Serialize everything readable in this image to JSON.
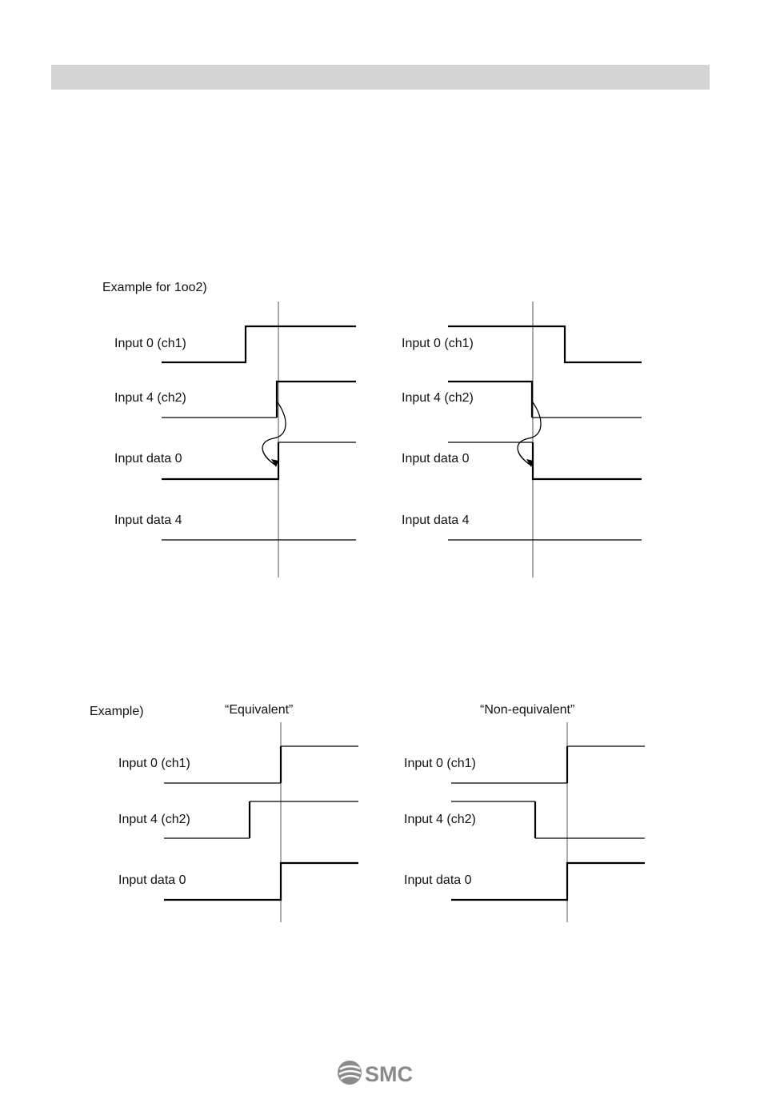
{
  "header": {
    "bar_color": "#d4d4d4"
  },
  "diagram1": {
    "title": "Example for 1oo2)",
    "left": {
      "labels": [
        "Input 0 (ch1)",
        "Input 4 (ch2)",
        "Input data 0",
        "Input data 4"
      ]
    },
    "right": {
      "labels": [
        "Input 0 (ch1)",
        "Input 4 (ch2)",
        "Input data 0",
        "Input data 4"
      ]
    }
  },
  "diagram2": {
    "title": "Example)",
    "left": {
      "caption": "“Equivalent”",
      "labels": [
        "Input 0 (ch1)",
        "Input 4 (ch2)",
        "Input data 0"
      ]
    },
    "right": {
      "caption": "“Non-equivalent”",
      "labels": [
        "Input 0 (ch1)",
        "Input 4 (ch2)",
        "Input data 0"
      ]
    }
  },
  "logo": {
    "text": "SMC",
    "icon": "smc-logo-icon",
    "color": "#8a8a8a"
  }
}
